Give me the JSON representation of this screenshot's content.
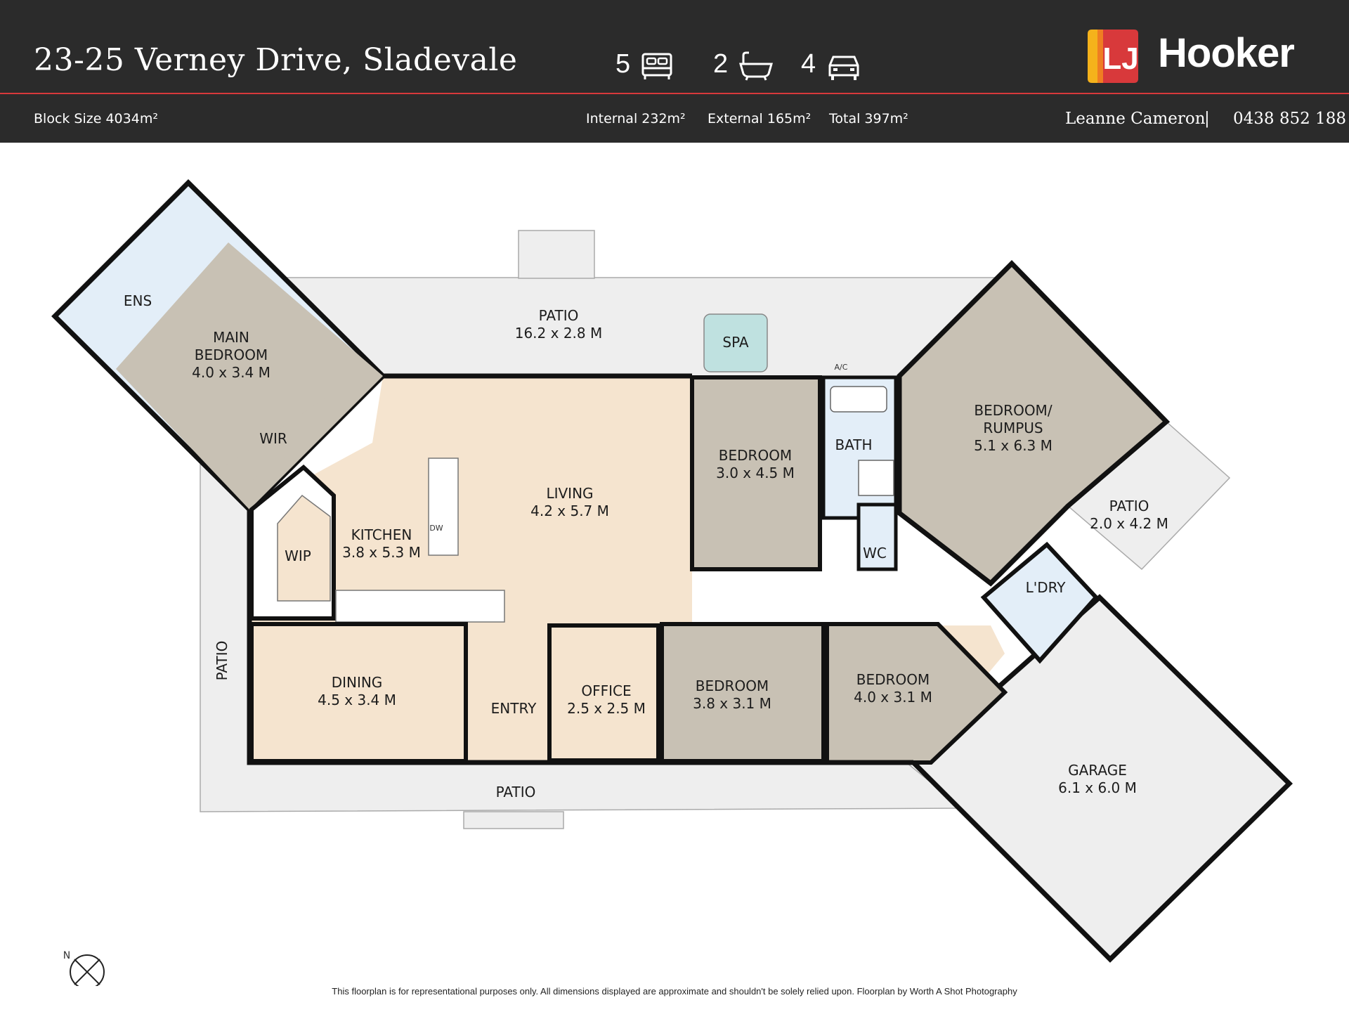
{
  "header": {
    "address": "23-25 Verney Drive, Sladevale",
    "bedrooms": "5",
    "bathrooms": "2",
    "car_spaces": "4",
    "brand_text": "Hooker",
    "brand_initials": "LJ",
    "block_size": "Block Size 4034m²",
    "internal": "Internal 232m²",
    "external": "External 165m²",
    "total": "Total 397m²",
    "agent_name": "Leanne Cameron",
    "separator": "|",
    "agent_phone": "0438 852 188",
    "colors": {
      "bar": "#2b2b2b",
      "accent_red": "#d8393b",
      "logo_yellow": "#f5b21b",
      "logo_orange": "#ef7d22"
    },
    "icons": [
      "bed-icon",
      "bath-icon",
      "car-icon"
    ]
  },
  "rooms": {
    "patio_top_name": "PATIO",
    "patio_top_dim": "16.2 x 2.8 M",
    "spa": "SPA",
    "main_bed_l1": "MAIN",
    "main_bed_l2": "BEDROOM",
    "main_bed_dim": "4.0 x 3.4 M",
    "ens": "ENS",
    "wir": "WIR",
    "wip": "WIP",
    "kitchen_name": "KITCHEN",
    "kitchen_dim": "3.8 x 5.3 M",
    "living_name": "LIVING",
    "living_dim": "4.2 x 5.7 M",
    "bed2_name": "BEDROOM",
    "bed2_dim": "3.0 x 4.5 M",
    "bath": "BATH",
    "wc": "WC",
    "rumpus_l1": "BEDROOM/",
    "rumpus_l2": "RUMPUS",
    "rumpus_dim": "5.1 x 6.3 M",
    "patio_right_name": "PATIO",
    "patio_right_dim": "2.0 x 4.2 M",
    "ldry": "L'DRY",
    "dining_name": "DINING",
    "dining_dim": "4.5 x 3.4 M",
    "entry": "ENTRY",
    "office_name": "OFFICE",
    "office_dim": "2.5 x 2.5 M",
    "bed3_name": "BEDROOM",
    "bed3_dim": "3.8 x 3.1 M",
    "bed4_name": "BEDROOM",
    "bed4_dim": "4.0 x 3.1 M",
    "garage_name": "GARAGE",
    "garage_dim": "6.1 x 6.0 M",
    "patio_bottom": "PATIO",
    "patio_left": "PATIO",
    "ac": "A/C",
    "dw": "DW",
    "compass_n": "N"
  },
  "colors": {
    "patio": "#eeeeee",
    "living": "#f5e4cf",
    "bedroom": "#c8c1b4",
    "wet": "#e3eef8",
    "spa": "#bfe1e0",
    "wall": "#111111"
  },
  "footer": {
    "disclaimer": "This floorplan is for representational purposes only. All dimensions displayed are approximate and shouldn't be solely relied upon. Floorplan by Worth A Shot Photography"
  }
}
